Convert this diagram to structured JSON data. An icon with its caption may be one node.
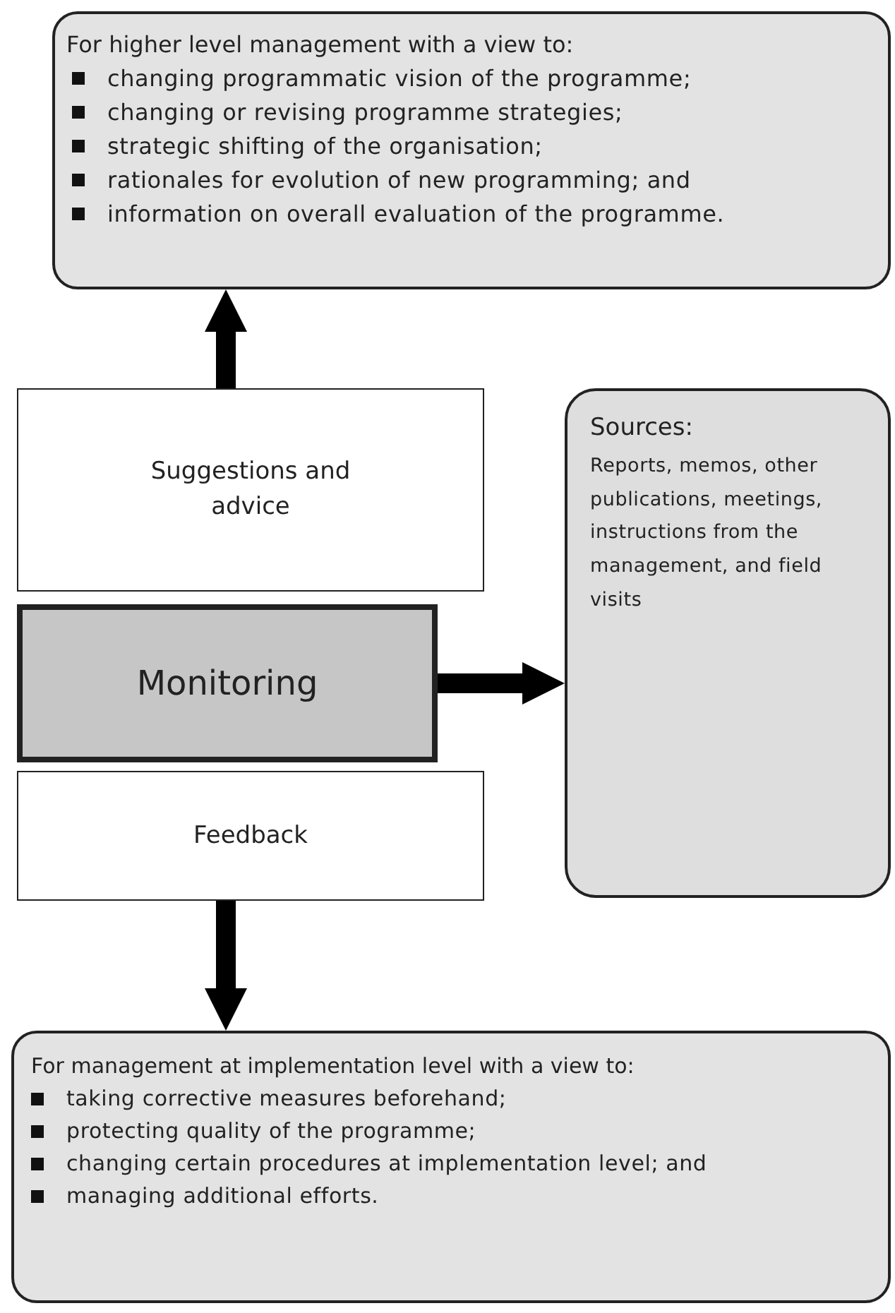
{
  "diagram": {
    "nodes": [
      {
        "text": [
          "For higher level management with a view to:",
          "changing programmatic vision of the programme;",
          "changing or revising programme strategies;",
          "strategic shifting of the organisation;",
          "rationales for evolution of new programming; and",
          "information on overall evaluation of the programme."
        ]
      },
      {
        "text": [
          "Suggestions and advice"
        ]
      },
      {
        "text": [
          "Monitoring"
        ]
      },
      {
        "text": [
          "Feedback"
        ]
      },
      {
        "text": [
          "Sources:",
          "Reports, memos, other publications, meetings, instructions from the management, and field visits"
        ]
      },
      {
        "text": [
          "For management at implementation level with a view to:",
          "taking corrective measures beforehand;",
          "protecting quality of the programme;",
          "changing certain procedures at implementation level; and",
          "managing additional efforts."
        ]
      }
    ],
    "edges": [
      {
        "from": 1,
        "to": 0,
        "arrow": "to"
      },
      {
        "from": 2,
        "to": 4,
        "arrow": "to"
      },
      {
        "from": 3,
        "to": 5,
        "arrow": "to"
      }
    ]
  }
}
